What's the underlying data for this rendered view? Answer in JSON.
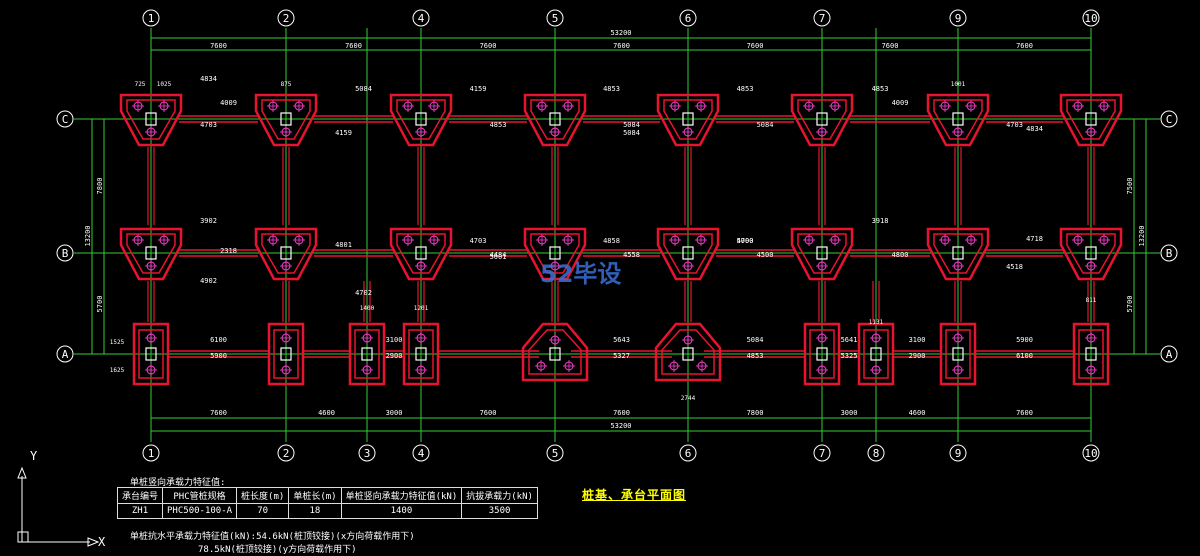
{
  "drawing": {
    "title": "桩基、承台平面图",
    "watermark": {
      "number": "52",
      "text": "毕设"
    },
    "total_dim": "53200",
    "top_spans": [
      "7600",
      "7600",
      "7600",
      "7600",
      "7600",
      "7600",
      "7600"
    ],
    "bottom_spans": [
      "7600",
      "4600",
      "3000",
      "7600",
      "7600",
      "7800",
      "3000",
      "4600",
      "7600"
    ],
    "left_spans": [
      "7800",
      "5700"
    ],
    "right_spans": [
      "7500",
      "5700"
    ],
    "left_total": "13200",
    "right_total": "13200"
  },
  "grid": {
    "top_axes": [
      "1",
      "2",
      "4",
      "5",
      "6",
      "7",
      "9",
      "10"
    ],
    "bottom_axes": [
      "1",
      "2",
      "3",
      "4",
      "5",
      "6",
      "7",
      "8",
      "9",
      "10"
    ],
    "row_axes": [
      "C",
      "B",
      "A"
    ]
  },
  "dims": {
    "rowC": [
      "4834",
      "4009",
      "4703",
      "5084",
      "4159",
      "4853",
      "4159",
      "5084",
      "4853",
      "5084",
      "4853",
      "5084",
      "4853",
      "4009",
      "4703",
      "4834"
    ],
    "rowB": [
      "3902",
      "2318",
      "4902",
      "4702",
      "4801",
      "5001",
      "4703",
      "4484",
      "4858",
      "4558",
      "4700",
      "4500",
      "5000",
      "4800",
      "3918",
      "4718",
      "4518"
    ],
    "rowA": [
      "6100",
      "5900",
      "3100",
      "2900",
      "5643",
      "5327",
      "5084",
      "4853",
      "5641",
      "5325",
      "3100",
      "2900",
      "5900",
      "6100"
    ],
    "pile_caps": [
      "725",
      "1025",
      "875",
      "1400",
      "1201",
      "1131",
      "1001",
      "811",
      "2744",
      "1525",
      "1625"
    ]
  },
  "spec_table": {
    "caption": "单桩竖向承载力特征值:",
    "headers": [
      "承台编号",
      "PHC管桩规格",
      "桩长度(m)",
      "单桩长(m)",
      "单桩竖向承载力特征值(kN)",
      "抗拔承载力(kN)"
    ],
    "row": [
      "ZH1",
      "PHC500-100-A",
      "70",
      "18",
      "1400",
      "3500"
    ]
  },
  "notes": {
    "footer1": "单桩抗水平承载力特征值(kN):54.6kN(桩顶铰接)(x方向荷载作用下)",
    "footer2": "78.5kN(桩顶铰接)(y方向荷载作用下)"
  },
  "ucs": {
    "y": "Y",
    "x": "X"
  }
}
